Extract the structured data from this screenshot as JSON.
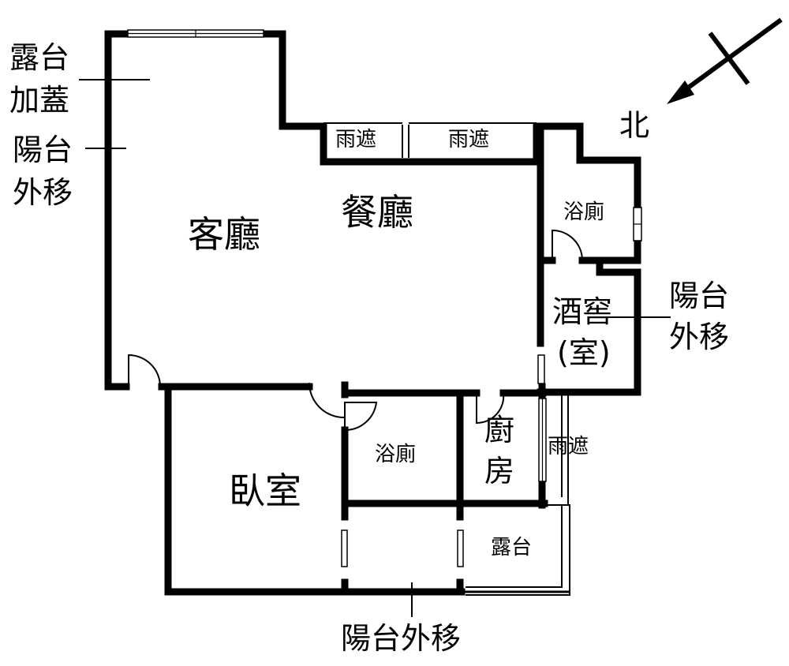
{
  "rooms": {
    "living": "客廳",
    "dining": "餐廳",
    "bath_upper": "浴廁",
    "wine_cellar_line1": "酒窖",
    "wine_cellar_line2": "(室)",
    "bedroom": "臥室",
    "bath_lower": "浴廁",
    "kitchen_line1": "廚",
    "kitchen_line2": "房",
    "terrace": "露台"
  },
  "awnings": {
    "left": "雨遮",
    "center": "雨遮",
    "right": "雨遮"
  },
  "annotations": {
    "terrace_cover_line1": "露台",
    "terrace_cover_line2": "加蓋",
    "balcony_left_line1": "陽台",
    "balcony_left_line2": "外移",
    "balcony_right_line1": "陽台",
    "balcony_right_line2": "外移",
    "balcony_bottom": "陽台外移"
  },
  "compass": {
    "north": "北"
  }
}
